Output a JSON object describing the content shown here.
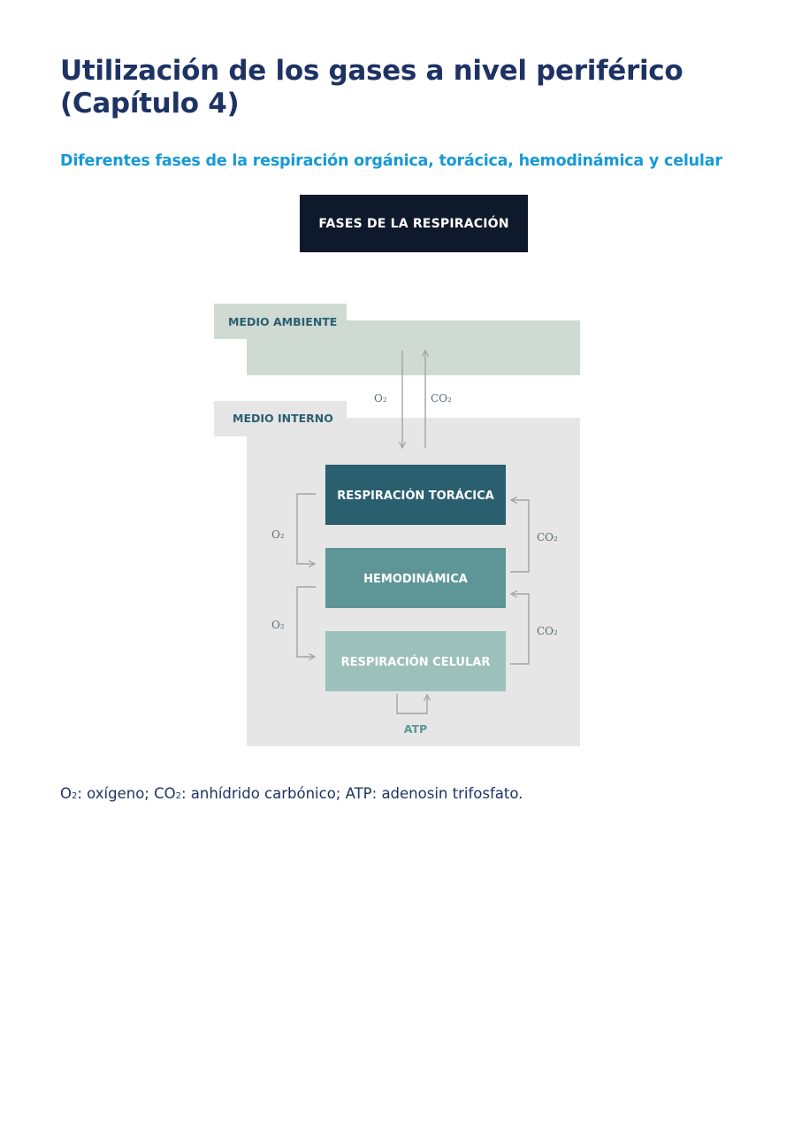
{
  "title_line1": "Utilización de los gases a nivel periférico",
  "title_line2": "(Capítulo 4)",
  "subtitle": "Diferentes fases de la respiración orgánica, torácica, hemodinámica y celular",
  "header": "FASES DE LA RESPIRACIÓN",
  "regions": {
    "ambient": "MEDIO AMBIENTE",
    "internal": "MEDIO INTERNO"
  },
  "phases": [
    {
      "label": "RESPIRACIÓN TORÁCICA",
      "color": "#2a5f70"
    },
    {
      "label": "HEMODINÁMICA",
      "color": "#5e9697"
    },
    {
      "label": "RESPIRACIÓN CELULAR",
      "color": "#9cc1bb"
    }
  ],
  "gases": {
    "o2_top": "O₂",
    "co2_top": "CO₂",
    "o2_left_1": "O₂",
    "o2_left_2": "O₂",
    "co2_right_1": "CO₂",
    "co2_right_2": "CO₂",
    "atp": "ATP"
  },
  "colors": {
    "ambient_bg": "#cfdad3",
    "internal_bg": "#e6e6e6",
    "ambient_label": "#2a5f70",
    "internal_label": "#2a5f70",
    "atp_label": "#5e9697",
    "arrow": "#a3a3a3"
  },
  "legend": {
    "o2": "O",
    "o2_sub": "2",
    "o2_text": ": oxígeno; CO",
    "co2_sub": "2",
    "rest": ": anhídrido carbónico; ATP: adenosin trifosfato."
  }
}
